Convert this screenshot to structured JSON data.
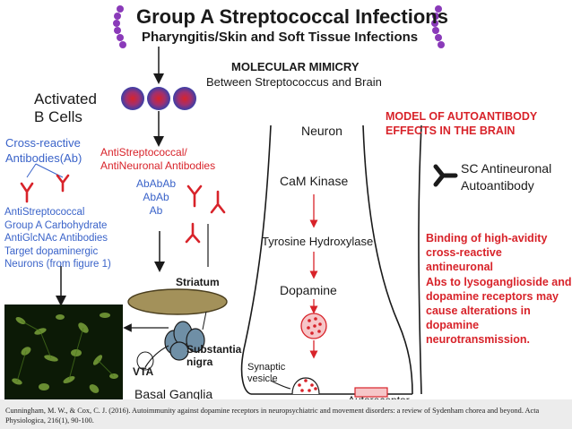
{
  "title": "Group A Streptococcal Infections",
  "subtitle": "Pharyngitis/Skin and Soft Tissue Infections",
  "mimicry_heading": "MOLECULAR MIMICRY",
  "mimicry_subheading": "Between Streptococcus and Brain",
  "activated_b_cells": [
    "Activated",
    "B Cells"
  ],
  "cross_reactive_ab": [
    "Cross-reactive",
    "Antibodies(Ab)"
  ],
  "anti_strep_antineuronal": [
    "AntiStreptococcal/",
    "AntiNeuronal Antibodies"
  ],
  "ab_stack": [
    "AbAbAb",
    "AbAb",
    "Ab"
  ],
  "blue_list": [
    "AntiStreptococcal",
    "Group A Carbohydrate",
    "AntiGlcNAc Antibodies",
    "Target dopaminergic",
    "Neurons (from figure 1)"
  ],
  "striatum": "Striatum",
  "substantia_nigra": [
    "Substantia",
    "nigra"
  ],
  "vta": "VTA",
  "basal_ganglia": "Basal Ganglia",
  "neuron": "Neuron",
  "cam_kinase": "CaM Kinase",
  "tyrosine_hydroxylase": "Tyrosine Hydroxylase",
  "dopamine": "Dopamine",
  "synaptic_vesicle": [
    "Synaptic",
    "vesicle"
  ],
  "autoreceptor": "Autoreceptor",
  "model_heading": [
    "MODEL OF AUTOANTIBODY",
    "EFFECTS IN THE BRAIN"
  ],
  "sc_antineuronal": [
    "SC Antineuronal",
    "Autoantibody"
  ],
  "binding_text": [
    "Binding of high-avidity",
    "cross-reactive antineuronal",
    "Abs to lysoganglioside and",
    "dopamine receptors may",
    "cause alterations in",
    "dopamine",
    "neurotransmission."
  ],
  "citation": "Cunningham, M. W., & Cox, C. J. (2016). Autoimmunity against dopamine receptors in neuropsychiatric and movement disorders: a review of Sydenham chorea and beyond. Acta Physiologica, 216(1), 90-100.",
  "colors": {
    "red": "#d8232a",
    "blue": "#3a63c9",
    "purple": "#8a3ab9",
    "olive": "#a3915a",
    "slate": "#6f8fa6"
  }
}
